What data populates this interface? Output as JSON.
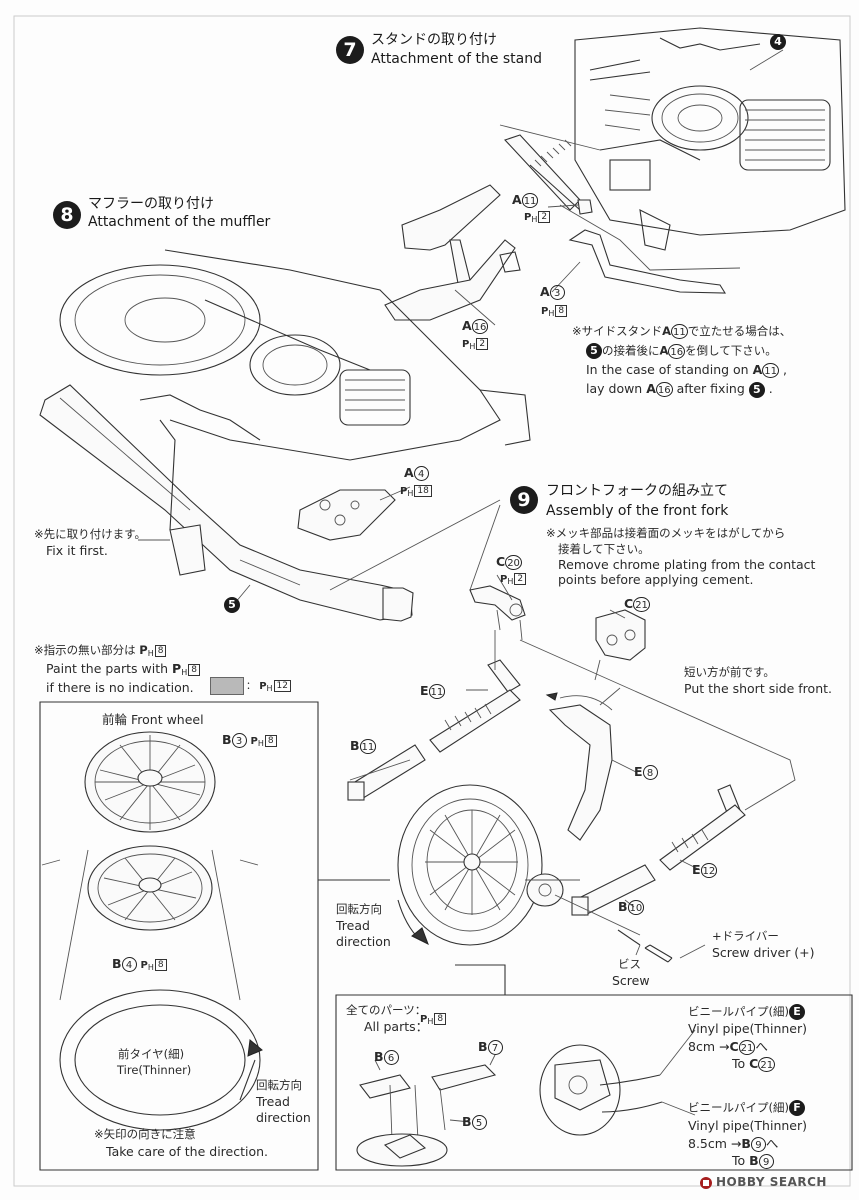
{
  "step7": {
    "number": "7",
    "title_ja": "スタンドの取り付け",
    "title_en": "Attachment of the stand",
    "ref_4": "4",
    "part_a11": "A",
    "part_a11_num": "11",
    "part_a11_paint": "H",
    "part_a11_paint_num": "2",
    "part_a3": "A",
    "part_a3_num": "3",
    "part_a3_paint_num": "8",
    "part_a16": "A",
    "part_a16_num": "16",
    "part_a16_paint_num": "2",
    "note_ja_1": "※サイドスタンド",
    "note_ja_1b": "で立たせる場合は、",
    "note_ja_2": "の接着後に",
    "note_ja_2b": "を倒して下さい。",
    "note_ref5": "5",
    "note_en_1": "In the case of standing on",
    "note_en_2": "lay down",
    "note_en_2b": "after fixing"
  },
  "step8": {
    "number": "8",
    "title_ja": "マフラーの取り付け",
    "title_en": "Attachment of the muffler",
    "part_a4": "A",
    "part_a4_num": "4",
    "part_a4_paint_num": "18",
    "note_ja": "※先に取り付けます。",
    "note_en": "Fix it first.",
    "ref_5": "5"
  },
  "paint_note": {
    "ja": "※指示の無い部分は",
    "en_1": "Paint the parts with",
    "en_2": "if there is no indication.",
    "paint_num": "8",
    "swatch_label": "：",
    "swatch_num": "12",
    "swatch_color": "#b9b9b9"
  },
  "front_wheel": {
    "title": "前輪 Front wheel",
    "part_b3": "B",
    "part_b3_num": "3",
    "part_b3_paint": "8",
    "part_b4": "B",
    "part_b4_num": "4",
    "part_b4_paint": "8",
    "tire_ja": "前タイヤ(細)",
    "tire_en": "Tire(Thinner)",
    "rot_ja": "回転方向",
    "rot_en_1": "Tread",
    "rot_en_2": "direction",
    "note_ja": "※矢印の向きに注意",
    "note_en": "Take care of the direction."
  },
  "step9": {
    "number": "9",
    "title_ja": "フロントフォークの組み立て",
    "title_en": "Assembly of the front fork",
    "note_ja_1": "※メッキ部品は接着面のメッキをはがしてから",
    "note_ja_2": "接着して下さい。",
    "note_en_1": "Remove chrome plating from the contact",
    "note_en_2": "points before applying cement.",
    "part_c20": "C",
    "part_c20_num": "20",
    "part_c20_paint": "2",
    "part_c21": "C",
    "part_c21_num": "21",
    "short_ja": "短い方が前です。",
    "short_en": "Put the short side front.",
    "part_e11": "E",
    "part_e11_num": "11",
    "part_b11": "B",
    "part_b11_num": "11",
    "part_e8": "E",
    "part_e8_num": "8",
    "part_e12": "E",
    "part_e12_num": "12",
    "part_b10": "B",
    "part_b10_num": "10",
    "rot_ja": "回転方向",
    "rot_en_1": "Tread",
    "rot_en_2": "direction",
    "driver_ja": "+ドライバー",
    "driver_en": "Screw driver (+)",
    "screw_ja": "ビス",
    "screw_en": "Screw"
  },
  "all_parts": {
    "label_ja": "全てのパーツ：",
    "label_en": "All parts：",
    "paint_num": "8",
    "part_b6": "B",
    "part_b6_num": "6",
    "part_b7": "B",
    "part_b7_num": "7",
    "part_b5": "B",
    "part_b5_num": "5",
    "vinyl_e_ja": "ビニールパイプ(細)",
    "vinyl_e_tag": "E",
    "vinyl_e_en": "Vinyl pipe(Thinner)",
    "vinyl_e_len": "8cm →",
    "vinyl_e_to_ja": "へ",
    "vinyl_e_to": "To",
    "vinyl_e_part": "C",
    "vinyl_e_part_num": "21",
    "vinyl_f_ja": "ビニールパイプ(細)",
    "vinyl_f_tag": "F",
    "vinyl_f_en": "Vinyl pipe(Thinner)",
    "vinyl_f_len": "8.5cm →",
    "vinyl_f_to_ja": "へ",
    "vinyl_f_to": "To",
    "vinyl_f_part": "B",
    "vinyl_f_part_num": "9"
  },
  "watermark": "HOBBY SEARCH",
  "paint_prefix": "P"
}
